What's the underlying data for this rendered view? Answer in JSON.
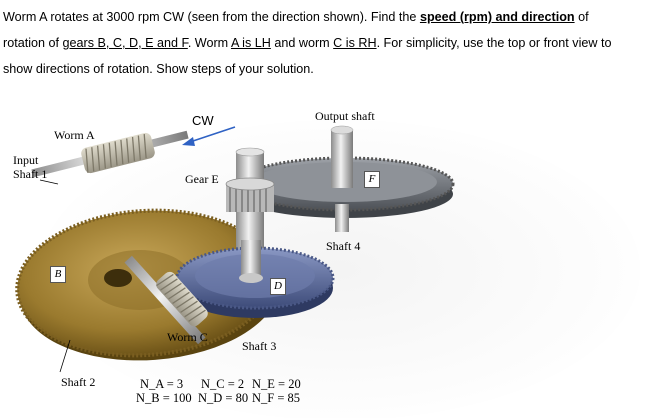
{
  "problem": {
    "line1_a": "Worm A rotates at 3000 rpm CW (seen from the direction shown). Find the ",
    "line1_bold": "speed (rpm) and direction",
    "line1_b": " of",
    "line2_a": "rotation of ",
    "line2_u": "gears B, C, D, E and F",
    "line2_b": ". Worm ",
    "line2_u2": "A is LH",
    "line2_c": " and worm ",
    "line2_u3": "C is RH",
    "line2_d": ". For simplicity, use the top or front view to",
    "line3": "show directions of rotation. Show steps of your solution."
  },
  "figure": {
    "cw_label": "CW",
    "output_shaft": "Output shaft",
    "worm_a": "Worm A",
    "input_shaft_1": "Input",
    "input_shaft_2": "Shaft 1",
    "gear_e": "Gear E",
    "gear_f": "F",
    "shaft_4": "Shaft 4",
    "gear_b": "B",
    "gear_d": "D",
    "worm_c": "Worm C",
    "shaft_3": "Shaft 3",
    "shaft_2": "Shaft 2"
  },
  "teeth": {
    "row1": [
      "N_A = 3",
      "N_C = 2",
      "N_E = 20"
    ],
    "row2": [
      "N_B = 100",
      "N_D = 80",
      "N_F = 85"
    ]
  },
  "colors": {
    "gear_bronze": "#9a7a2e",
    "gear_blue": "#5a6a98",
    "gear_grey": "#6e7278",
    "arrow_blue": "#2f62c4"
  }
}
